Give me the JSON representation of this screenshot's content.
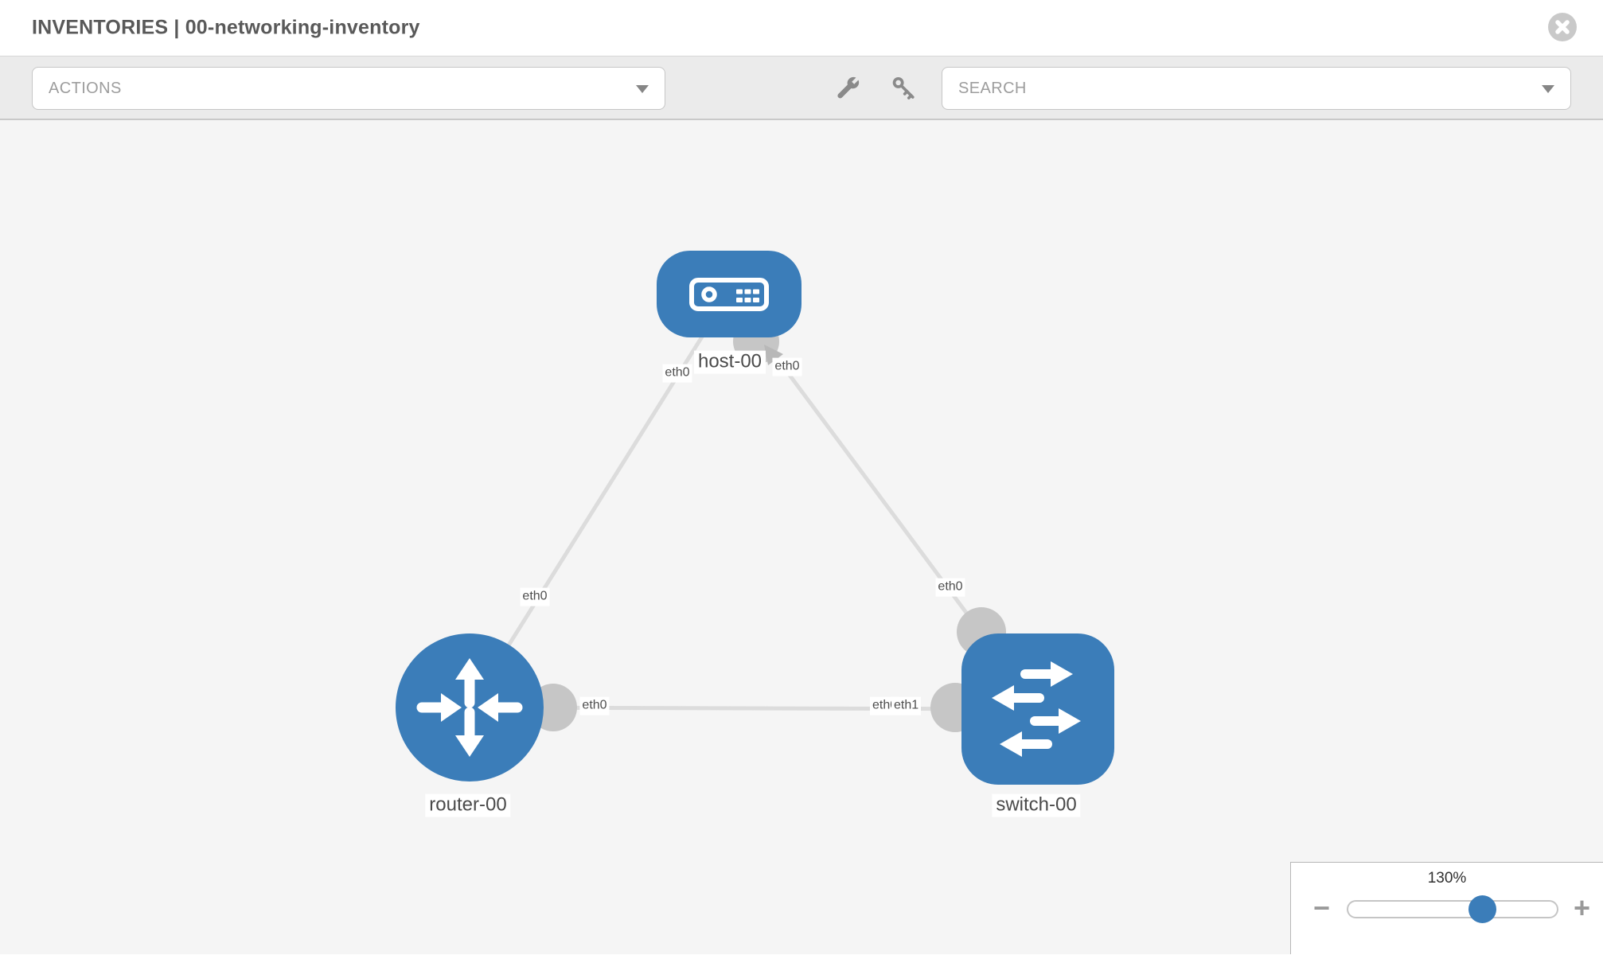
{
  "header": {
    "title": "INVENTORIES | 00-networking-inventory"
  },
  "toolbar": {
    "actions_label": "ACTIONS",
    "search_label": "SEARCH",
    "icons": [
      "wrench",
      "key"
    ]
  },
  "topology": {
    "nodes": [
      {
        "id": "host-00",
        "label": "host-00",
        "type": "host",
        "shape": "rounded-rect"
      },
      {
        "id": "router-00",
        "label": "router-00",
        "type": "router",
        "shape": "circle"
      },
      {
        "id": "switch-00",
        "label": "switch-00",
        "type": "switch",
        "shape": "rounded-square"
      }
    ],
    "links": [
      {
        "source": "host-00",
        "target": "router-00",
        "source_interface": "eth0",
        "target_interface": "eth0"
      },
      {
        "source": "host-00",
        "target": "switch-00",
        "source_interface": "eth0",
        "target_interface": "eth0"
      },
      {
        "source": "router-00",
        "target": "switch-00",
        "source_interface": "eth0",
        "target_interface": "eth1"
      }
    ],
    "port_labels": [
      {
        "id": "host-end-of-host-router-link",
        "text": "eth0"
      },
      {
        "id": "host-end-of-host-switch-link",
        "text": "eth0"
      },
      {
        "id": "router-end-of-host-router-link",
        "text": "eth0"
      },
      {
        "id": "router-end-of-router-switch-link",
        "text": "eth0"
      },
      {
        "id": "switch-end-under-label",
        "text": "eth0"
      },
      {
        "id": "switch-end-of-router-switch-link",
        "text": "eth1"
      },
      {
        "id": "switch-end-of-host-switch-link",
        "text": "eth0"
      }
    ]
  },
  "zoom_control": {
    "level": "130%",
    "percent": 130,
    "minus_label": "−",
    "plus_label": "+"
  },
  "colors": {
    "node_fill": "#3b7db9",
    "link": "#dcdcdc",
    "interface_circle": "#c6c6c6",
    "arrowhead": "#b8b8b8",
    "canvas_bg": "#f5f5f5",
    "toolbar_bg": "#ebebeb",
    "slider_handle": "#3b7db9",
    "close_button": "#c9c9c9"
  }
}
